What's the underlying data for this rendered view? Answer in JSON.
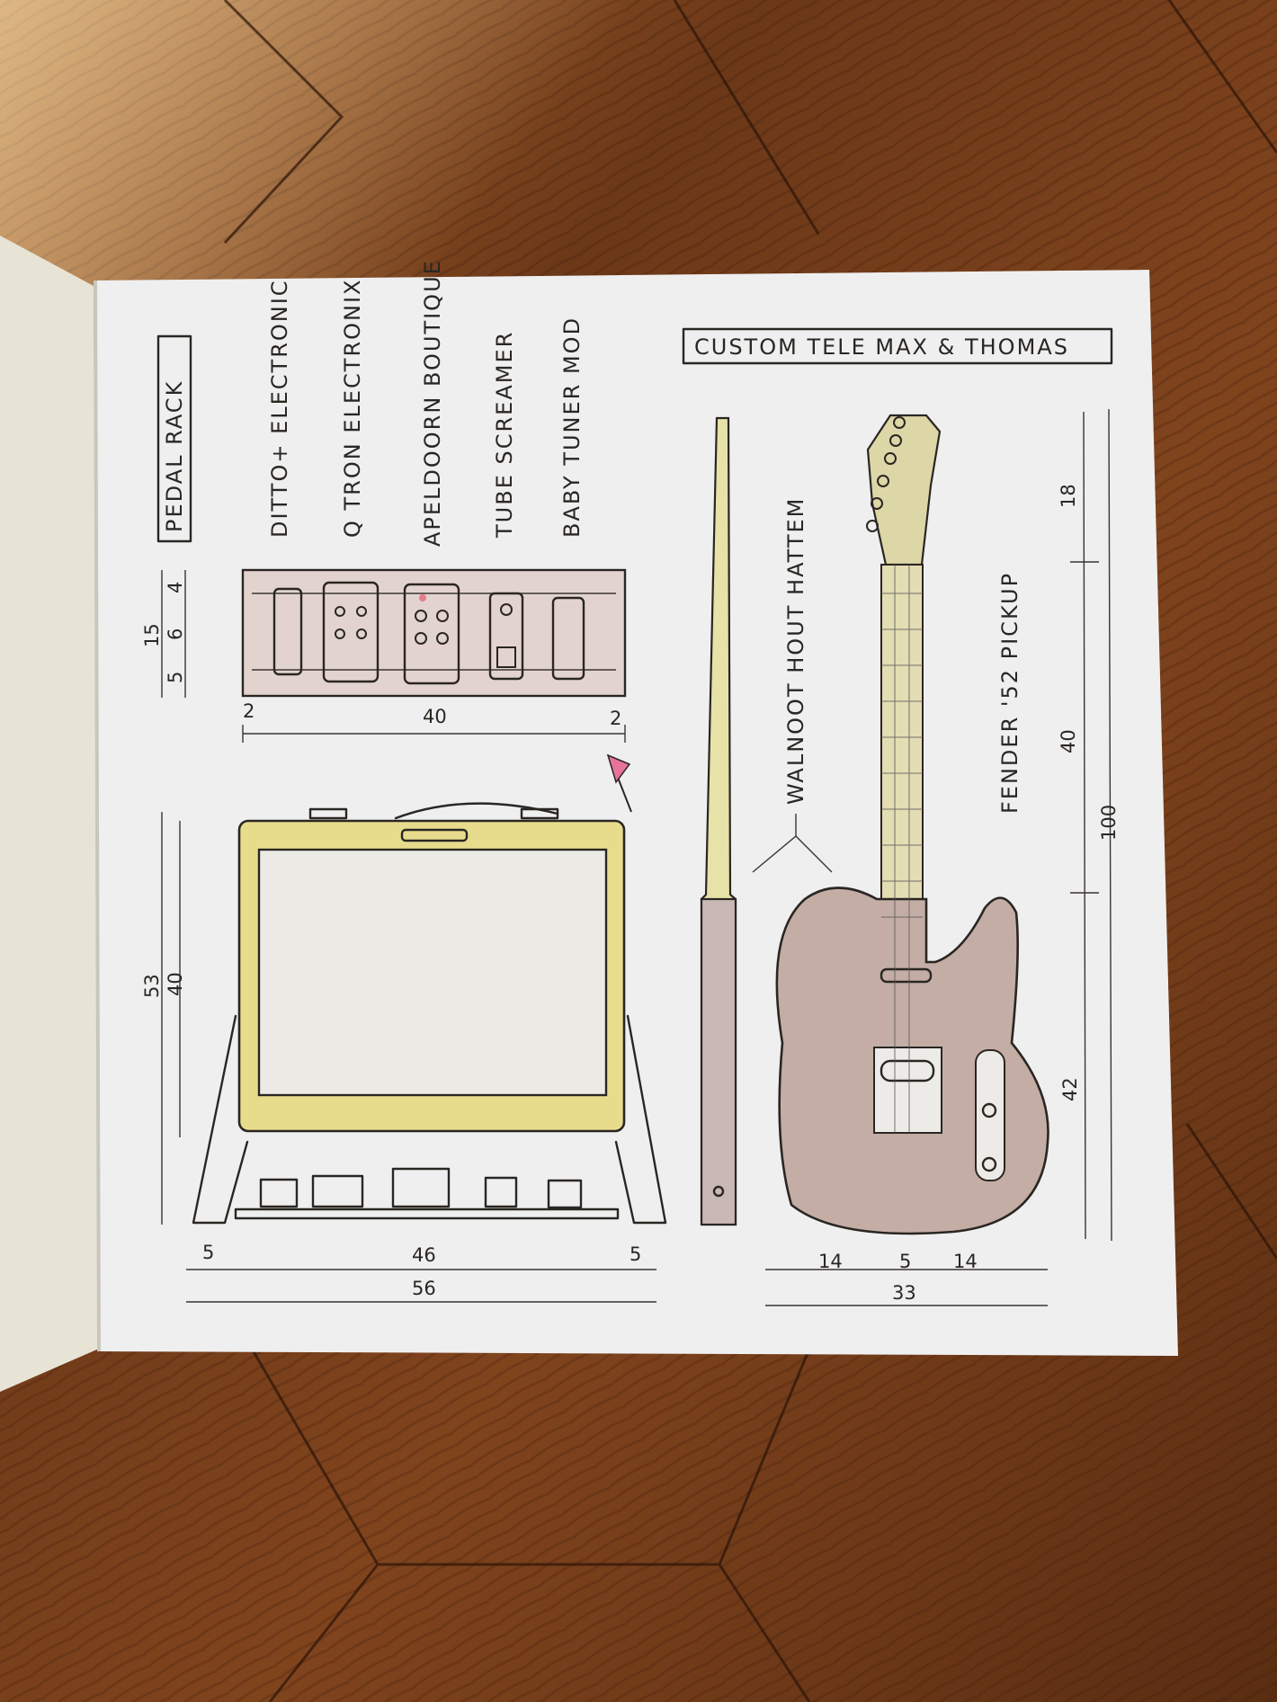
{
  "pedal_rack": {
    "title": "PEDAL RACK",
    "pedals": [
      "DITTO+ ELECTRONIC",
      "Q TRON ELECTRONIX",
      "APELDOORN BOUTIQUE",
      "TUBE SCREAMER",
      "BABY TUNER MOD"
    ],
    "dims": {
      "total_depth": "15",
      "d1": "4",
      "d2": "6",
      "d3": "5",
      "width": "40",
      "margin_left": "2",
      "margin_right": "2"
    }
  },
  "amp": {
    "dims": {
      "total_height": "53",
      "cab_height": "40",
      "leg_left": "5",
      "cab_width": "46",
      "leg_right": "5",
      "total_width": "56"
    }
  },
  "guitar": {
    "title": "CUSTOM TELE MAX & THOMAS",
    "neck_note": "WALNOOT HOUT HATTEM",
    "pickup_note": "FENDER '52 PICKUP",
    "dims": {
      "headstock": "18",
      "neck": "40",
      "total": "100",
      "body": "42",
      "body_left": "14",
      "body_mid": "5",
      "body_right": "14",
      "body_width": "33"
    }
  },
  "colors": {
    "paper": "#efeff0",
    "wood_dark": "#5a2f14",
    "wood_light": "#9a5a2a",
    "amp_tolex": "#e6dc8c",
    "body_wash": "#bfa8a0",
    "maple": "#ddd6a6",
    "pink": "#e7739a",
    "green": "#9fd08a"
  }
}
